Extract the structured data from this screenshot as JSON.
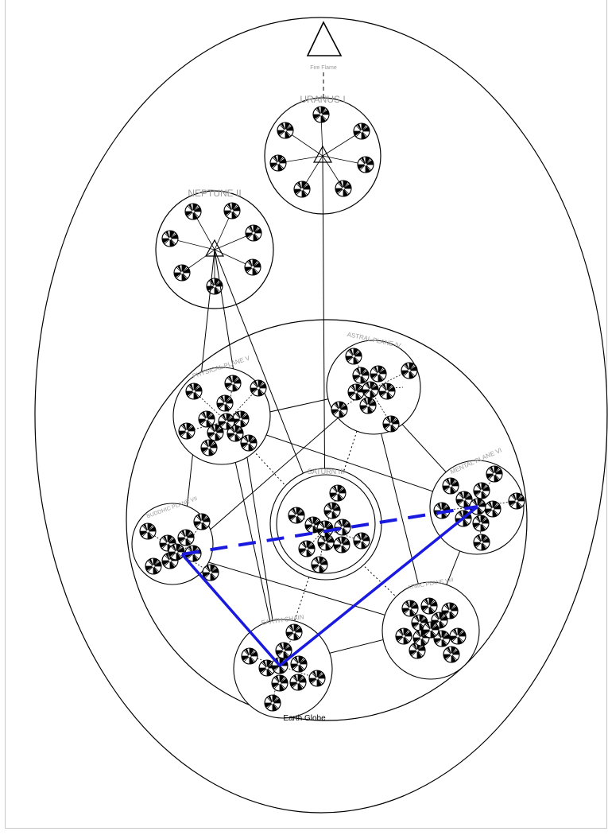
{
  "colors": {
    "highlight": "#1a1adf",
    "stroke": "#000000",
    "label_grey": "#9a9a9a",
    "border": "#c8c8c8"
  },
  "labels": {
    "apex": "Fire Flame",
    "uranus": "URANUS I",
    "neptune": "NEPTUNE II",
    "saturn": "SATURN III",
    "chain_upper_left": "PHYSICAL PLANE V",
    "chain_upper_right": "ASTRAL PLANE IV",
    "chain_right": "MENTAL PLANE VI",
    "chain_left": "BUDDHIC PLANE VII",
    "chain_lower_right": "ATMIC PLANE VIII",
    "chain_bottom": "EARTH CHAIN",
    "earth_globe": "Earth Globe"
  },
  "icons": {
    "globe": "rosette-globe-icon",
    "apex": "triangle-icon"
  }
}
